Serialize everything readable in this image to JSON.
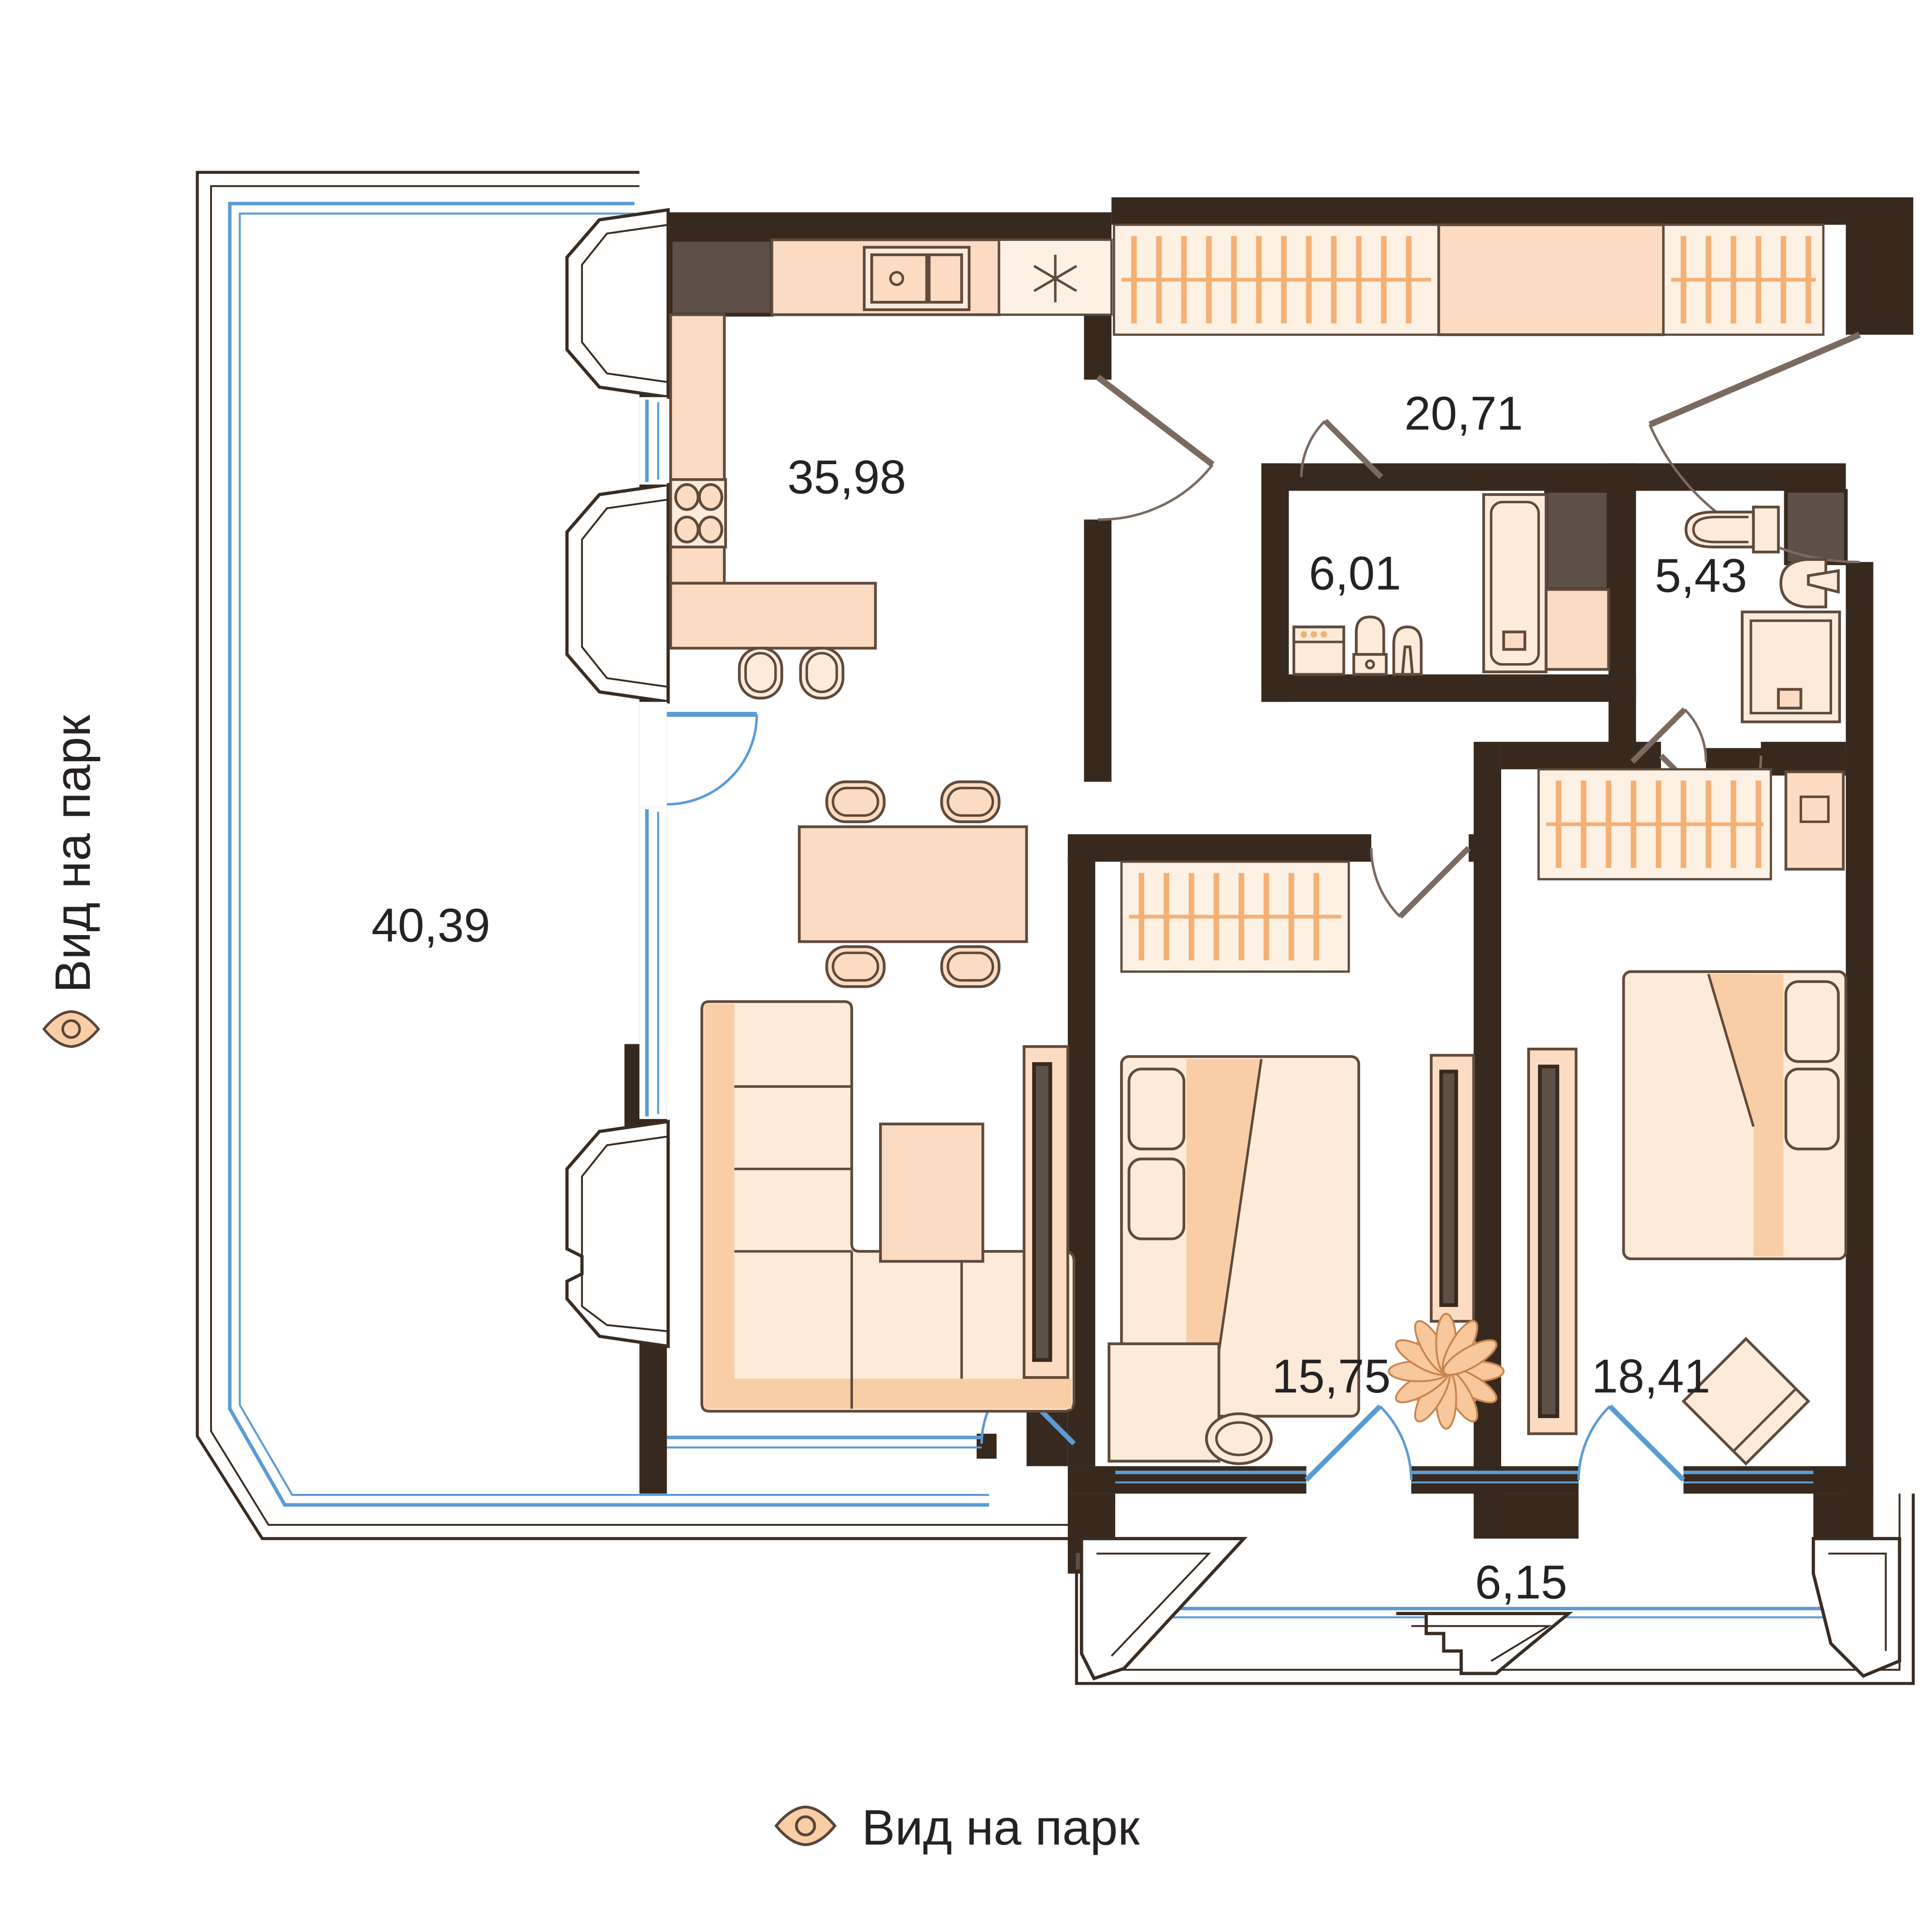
{
  "annotations": {
    "park_view_left": "Вид на парк",
    "park_view_bottom": "Вид на парк"
  },
  "rooms": [
    {
      "id": "kitchen-living-room",
      "area_label": "35,98"
    },
    {
      "id": "hallway",
      "area_label": "20,71"
    },
    {
      "id": "bathroom",
      "area_label": "6,01"
    },
    {
      "id": "shower-room",
      "area_label": "5,43"
    },
    {
      "id": "terrace",
      "area_label": "40,39"
    },
    {
      "id": "bedroom-1",
      "area_label": "15,75"
    },
    {
      "id": "bedroom-2",
      "area_label": "18,41"
    },
    {
      "id": "balcony",
      "area_label": "6,15"
    }
  ],
  "icons": [
    {
      "name": "eye-icon",
      "meaning": "view direction marker"
    }
  ],
  "colors": {
    "wall": "#38291E",
    "wall-light": "#5D5047",
    "line": "#3A2C21",
    "furn-line": "#5F4A3B",
    "furn-light": "#FDEBDA",
    "furn-mid": "#FBDCC2",
    "furn-deep": "#F9CDA6",
    "hatch-bg": "#FDF1E4",
    "hatch-tick": "#F5B075",
    "window-blue": "#5B9BD5",
    "door-gray": "#7A6A60",
    "label": "#262223",
    "pot": "#F2A566",
    "petal": "#F8C79B",
    "petal-line": "#C9854F"
  }
}
